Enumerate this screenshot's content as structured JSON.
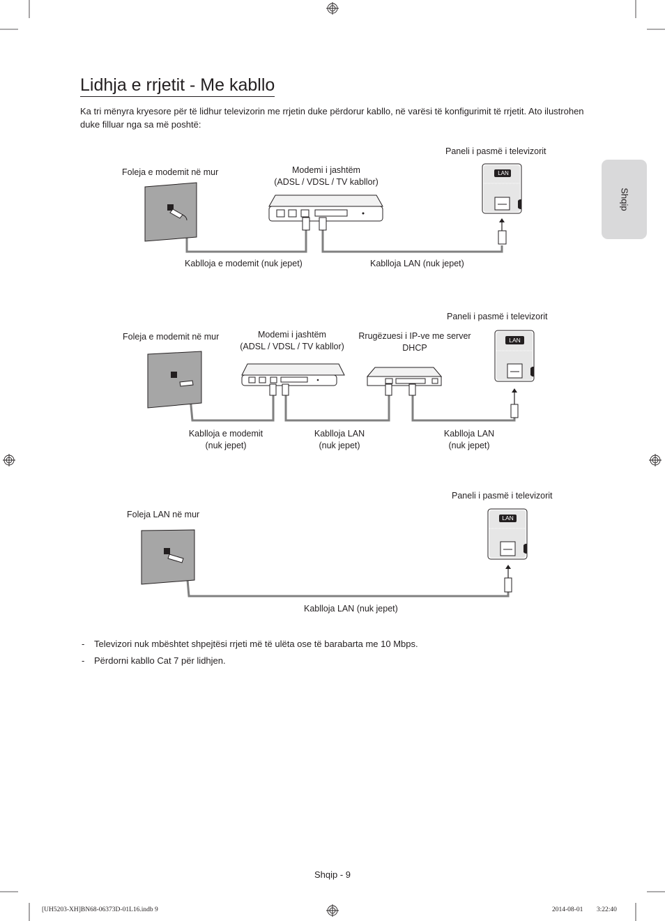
{
  "title": "Lidhja e rrjetit - Me kabllo",
  "intro": "Ka tri mënyra kryesore për të lidhur televizorin me rrjetin duke përdorur kabllo, në varësi të konfigurimit të rrjetit. Ato ilustrohen duke filluar nga sa më poshtë:",
  "side_tab": "Shqip",
  "diagram1": {
    "wall_label": "Foleja e modemit në mur",
    "modem_line1": "Modemi i jashtëm",
    "modem_line2": "(ADSL / VDSL / TV kabllor)",
    "tv_label": "Paneli i pasmë i televizorit",
    "lan_badge": "LAN",
    "cable1": "Kablloja e modemit (nuk jepet)",
    "cable2": "Kablloja LAN (nuk jepet)"
  },
  "diagram2": {
    "wall_label": "Foleja e modemit në mur",
    "modem_line1": "Modemi i jashtëm",
    "modem_line2": "(ADSL / VDSL / TV kabllor)",
    "router_line1": "Rrugëzuesi i IP-ve me server",
    "router_line2": "DHCP",
    "tv_label": "Paneli i pasmë i televizorit",
    "lan_badge": "LAN",
    "cable1_line1": "Kablloja e modemit",
    "cable1_line2": "(nuk jepet)",
    "cable2_line1": "Kablloja LAN",
    "cable2_line2": "(nuk jepet)",
    "cable3_line1": "Kablloja LAN",
    "cable3_line2": "(nuk jepet)"
  },
  "diagram3": {
    "wall_label": "Foleja LAN në mur",
    "tv_label": "Paneli i pasmë i televizorit",
    "lan_badge": "LAN",
    "cable": "Kablloja LAN (nuk jepet)"
  },
  "notes": [
    "Televizori nuk mbështet shpejtësi rrjeti më të ulëta ose të barabarta me 10 Mbps.",
    "Përdorni kabllo Cat 7 për lidhjen."
  ],
  "note_bullet": "-",
  "page_footer": "Shqip - 9",
  "print_left": "[UH5203-XH]BN68-06373D-01L16.indb   9",
  "print_right": "2014-08-01   ￿￿ 3:22:40"
}
